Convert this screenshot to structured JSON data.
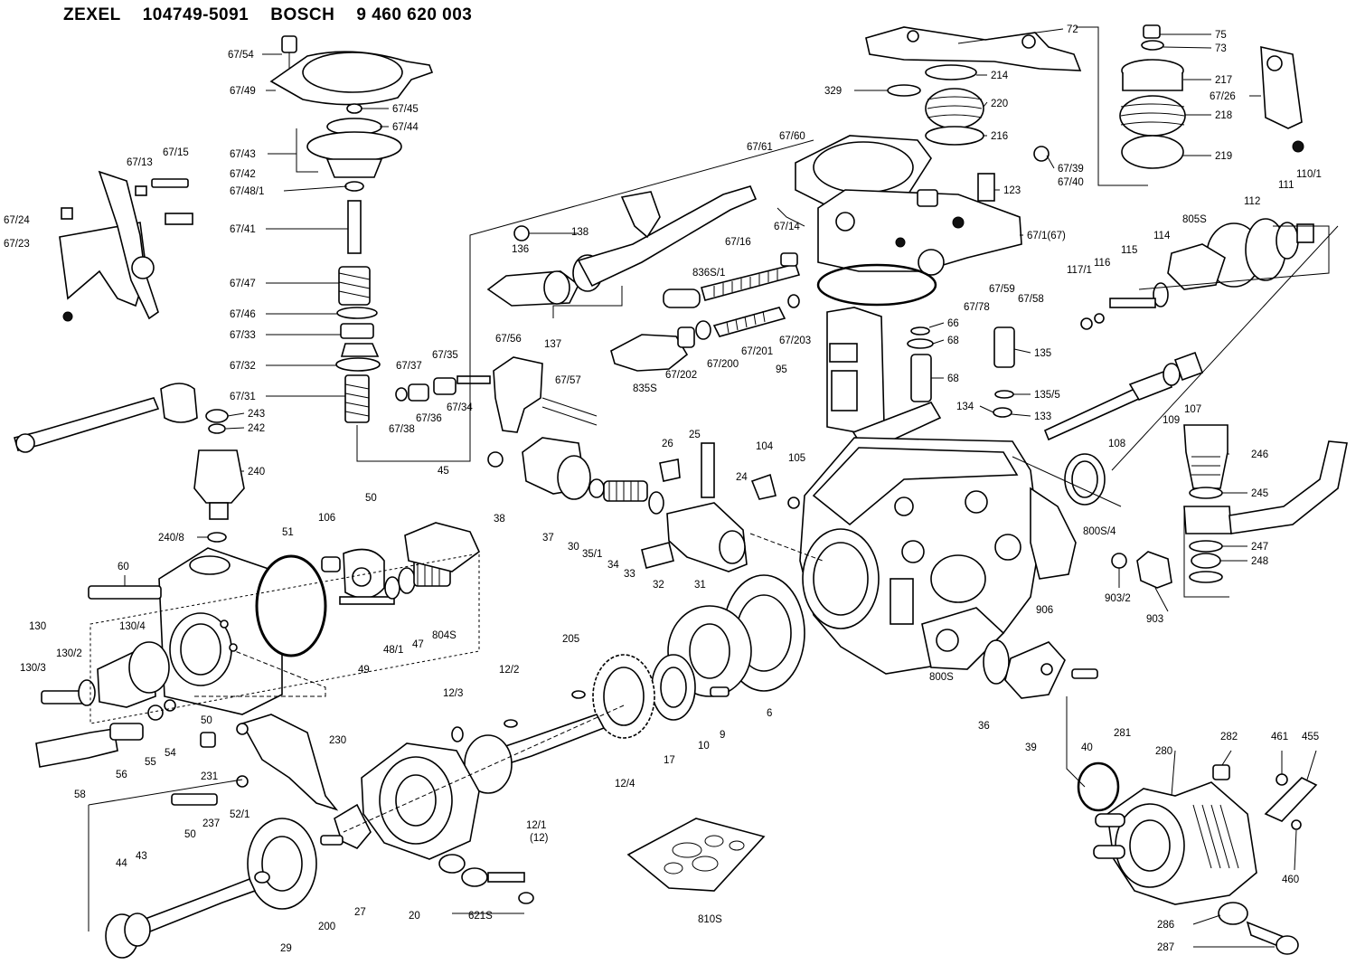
{
  "header": {
    "maker1": "ZEXEL",
    "part1": "104749-5091",
    "maker2": "BOSCH",
    "part2": "9 460 620 003"
  },
  "labels": {
    "l67_54": "67/54",
    "l67_49": "67/49",
    "l67_45": "67/45",
    "l67_44": "67/44",
    "l67_43": "67/43",
    "l67_42": "67/42",
    "l67_48_1": "67/48/1",
    "l67_41": "67/41",
    "l67_47": "67/47",
    "l67_46": "67/46",
    "l67_33": "67/33",
    "l67_32": "67/32",
    "l67_31": "67/31",
    "l67_13": "67/13",
    "l67_15": "67/15",
    "l67_24": "67/24",
    "l67_23": "67/23",
    "l243": "243",
    "l242": "242",
    "l240": "240",
    "l240_8": "240/8",
    "l67_37": "67/37",
    "l67_35": "67/35",
    "l67_56": "67/56",
    "l67_57": "67/57",
    "l67_38": "67/38",
    "l67_36": "67/36",
    "l67_34": "67/34",
    "l136": "136",
    "l138": "138",
    "l137": "137",
    "l67_61": "67/61",
    "l67_60": "67/60",
    "l67_16": "67/16",
    "l67_14": "67/14",
    "l836S_1": "836S/1",
    "l835S": "835S",
    "l67_202": "67/202",
    "l67_200": "67/200",
    "l67_201": "67/201",
    "l67_203": "67/203",
    "l95": "95",
    "l72": "72",
    "l214": "214",
    "l329": "329",
    "l220": "220",
    "l216": "216",
    "l67_39": "67/39",
    "l67_40": "67/40",
    "l123": "123",
    "l67_1167": "67/1(67)",
    "l67_59": "67/59",
    "l67_58": "67/58",
    "l67_78": "67/78",
    "l66": "66",
    "l68a": "68",
    "l68b": "68",
    "l75": "75",
    "l73": "73",
    "l217": "217",
    "l67_26": "67/26",
    "l218": "218",
    "l219": "219",
    "l112": "112",
    "l111": "111",
    "l110_1": "110/1",
    "l805S": "805S",
    "l114": "114",
    "l115": "115",
    "l116": "116",
    "l117_1": "117/1",
    "l135": "135",
    "l135_5": "135/5",
    "l134": "134",
    "l133": "133",
    "l107": "107",
    "l109": "109",
    "l108": "108",
    "l246": "246",
    "l245": "245",
    "l247": "247",
    "l248": "248",
    "l800S_4": "800S/4",
    "l903_2": "903/2",
    "l903": "903",
    "l906": "906",
    "l26": "26",
    "l25": "25",
    "l24": "24",
    "l104": "104",
    "l105": "105",
    "l38": "38",
    "l37": "37",
    "l30": "30",
    "l35_1": "35/1",
    "l34": "34",
    "l33": "33",
    "l32": "32",
    "l31": "31",
    "l45": "45",
    "l50a": "50",
    "l51": "51",
    "l106": "106",
    "l60": "60",
    "l130": "130",
    "l130_4": "130/4",
    "l130_2": "130/2",
    "l130_3": "130/3",
    "l49": "49",
    "l48_1": "48/1",
    "l47": "47",
    "l804S": "804S",
    "l50b": "50",
    "l56": "56",
    "l55": "55",
    "l54": "54",
    "l58": "58",
    "l230": "230",
    "l231": "231",
    "l205": "205",
    "l12_2": "12/2",
    "l12_3": "12/3",
    "l12_4": "12/4",
    "l17": "17",
    "l10": "10",
    "l9": "9",
    "l6": "6",
    "l800S": "800S",
    "l36": "36",
    "l39": "39",
    "l40": "40",
    "l281": "281",
    "l280": "280",
    "l282": "282",
    "l461": "461",
    "l455": "455",
    "l460": "460",
    "l286": "286",
    "l287": "287",
    "l12_1": "12/1",
    "l12_1b": "(12)",
    "l52_1": "52/1",
    "l237": "237",
    "l50c": "50",
    "l44": "44",
    "l43": "43",
    "l29": "29",
    "l200": "200",
    "l27": "27",
    "l20": "20",
    "l621S": "621S",
    "l810S": "810S"
  }
}
